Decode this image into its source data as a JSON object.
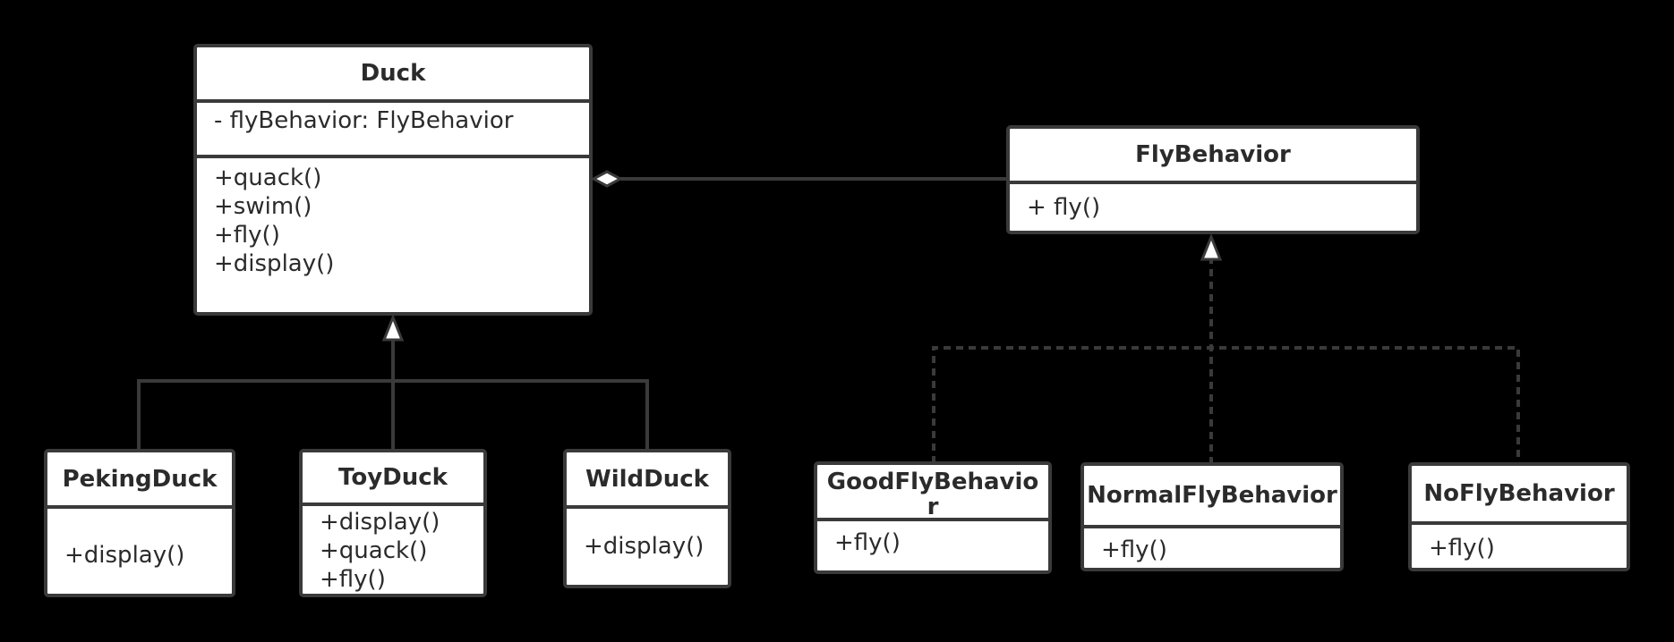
{
  "colors": {
    "background": "#000000",
    "box_fill": "#ffffff",
    "stroke": "#3a3a3a",
    "text": "#2b2b2b"
  },
  "classes": {
    "duck": {
      "name": "Duck",
      "attributes": [
        "- flyBehavior: FlyBehavior"
      ],
      "operations": [
        "+quack()",
        "+swim()",
        "+fly()",
        "+display()"
      ]
    },
    "fly_behavior": {
      "name": "FlyBehavior",
      "operations": [
        "+ fly()"
      ]
    },
    "peking_duck": {
      "name": "PekingDuck",
      "operations": [
        "+display()"
      ]
    },
    "toy_duck": {
      "name": "ToyDuck",
      "operations": [
        "+display()",
        "+quack()",
        "+fly()"
      ]
    },
    "wild_duck": {
      "name": "WildDuck",
      "operations": [
        "+display()"
      ]
    },
    "good_fly_behavior": {
      "name_lines": [
        "GoodFlyBehavio",
        "r"
      ],
      "operations": [
        "+fly()"
      ]
    },
    "normal_fly_behavior": {
      "name": "NormalFlyBehavior",
      "operations": [
        "+fly()"
      ]
    },
    "no_fly_behavior": {
      "name": "NoFlyBehavior",
      "operations": [
        "+fly()"
      ]
    }
  },
  "relationships": [
    {
      "type": "aggregation",
      "whole": "Duck",
      "part": "FlyBehavior"
    },
    {
      "type": "generalization",
      "parent": "Duck",
      "children": [
        "PekingDuck",
        "ToyDuck",
        "WildDuck"
      ]
    },
    {
      "type": "realization",
      "interface": "FlyBehavior",
      "implementors": [
        "GoodFlyBehavior",
        "NormalFlyBehavior",
        "NoFlyBehavior"
      ]
    }
  ]
}
